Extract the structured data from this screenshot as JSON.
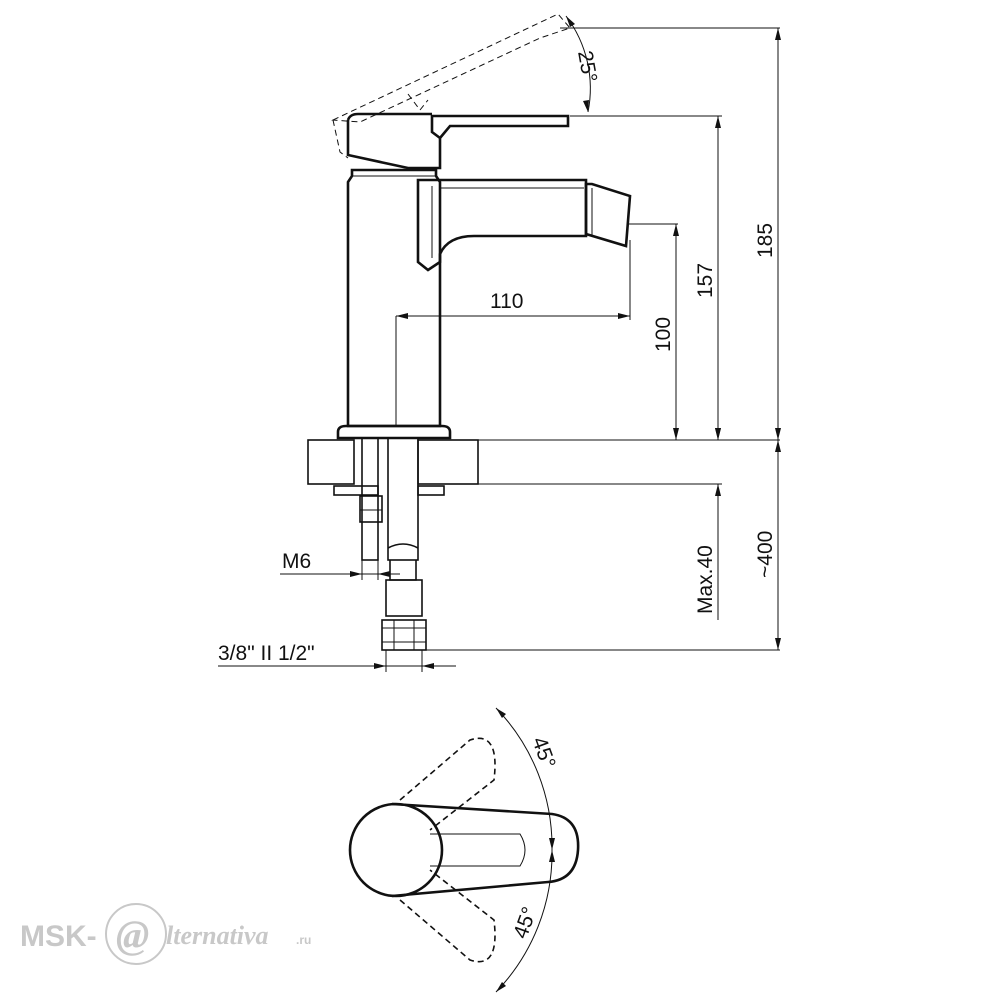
{
  "dimensions": {
    "handle_angle": "25°",
    "total_height": "185",
    "lever_height": "157",
    "spout_height": "100",
    "spout_reach": "110",
    "hose_length": "~400",
    "counter_thickness": "Max.40",
    "stud_thread": "M6",
    "hose_connection": "3/8\" II 1/2\""
  },
  "top_view": {
    "rotation_upper": "45°",
    "rotation_lower": "45°"
  },
  "watermark": {
    "prefix": "MSK-",
    "script": "lternativa",
    "suffix": ".ru"
  }
}
